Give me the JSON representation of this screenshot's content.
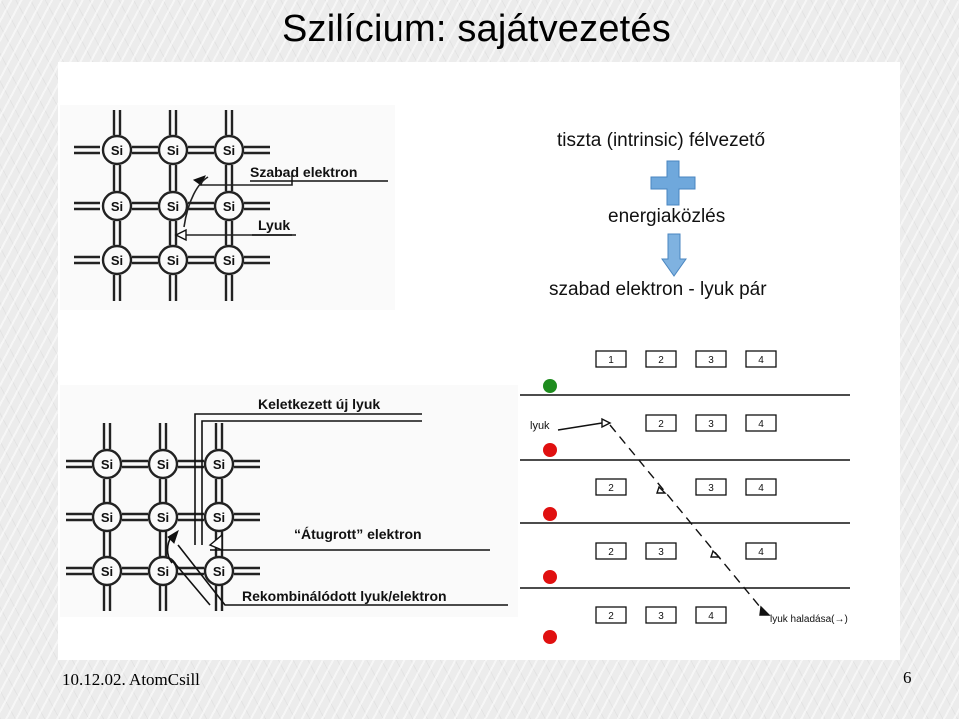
{
  "slide": {
    "title": "Szilícium: sajátvezetés",
    "footer_date": "10.12.02. AtomCsill",
    "page_number": "6"
  },
  "right_text": {
    "line1": "tiszta (intrinsic) félvezető",
    "line2": "energiaközlés",
    "line3": "szabad elektron - lyuk pár"
  },
  "diagram_top": {
    "atom_label": "Si",
    "label_free_electron": "Szabad elektron",
    "label_hole": "Lyuk"
  },
  "diagram_bottom": {
    "atom_label": "Si",
    "label_new_hole": "Keletkezett új lyuk",
    "label_jumped_electron": "“Átugrott” elektron",
    "label_recombined": "Rekombinálódott lyuk/elektron"
  },
  "diagram_rows": {
    "label_lyuk": "lyuk",
    "label_progress": "lyuk haladása(→)",
    "rows": [
      [
        "1",
        "2",
        "3",
        "4"
      ],
      [
        "2",
        "3",
        "4"
      ],
      [
        "2",
        "3",
        "4"
      ],
      [
        "2",
        "3",
        "4"
      ],
      [
        "2",
        "3",
        "4"
      ]
    ],
    "dot_colors": [
      "#1e8c1e",
      "#e01010",
      "#e01010",
      "#e01010",
      "#e01010"
    ]
  },
  "colors": {
    "plus_arrow": "#6fa8dc",
    "down_arrow": "#7fb2e0"
  }
}
